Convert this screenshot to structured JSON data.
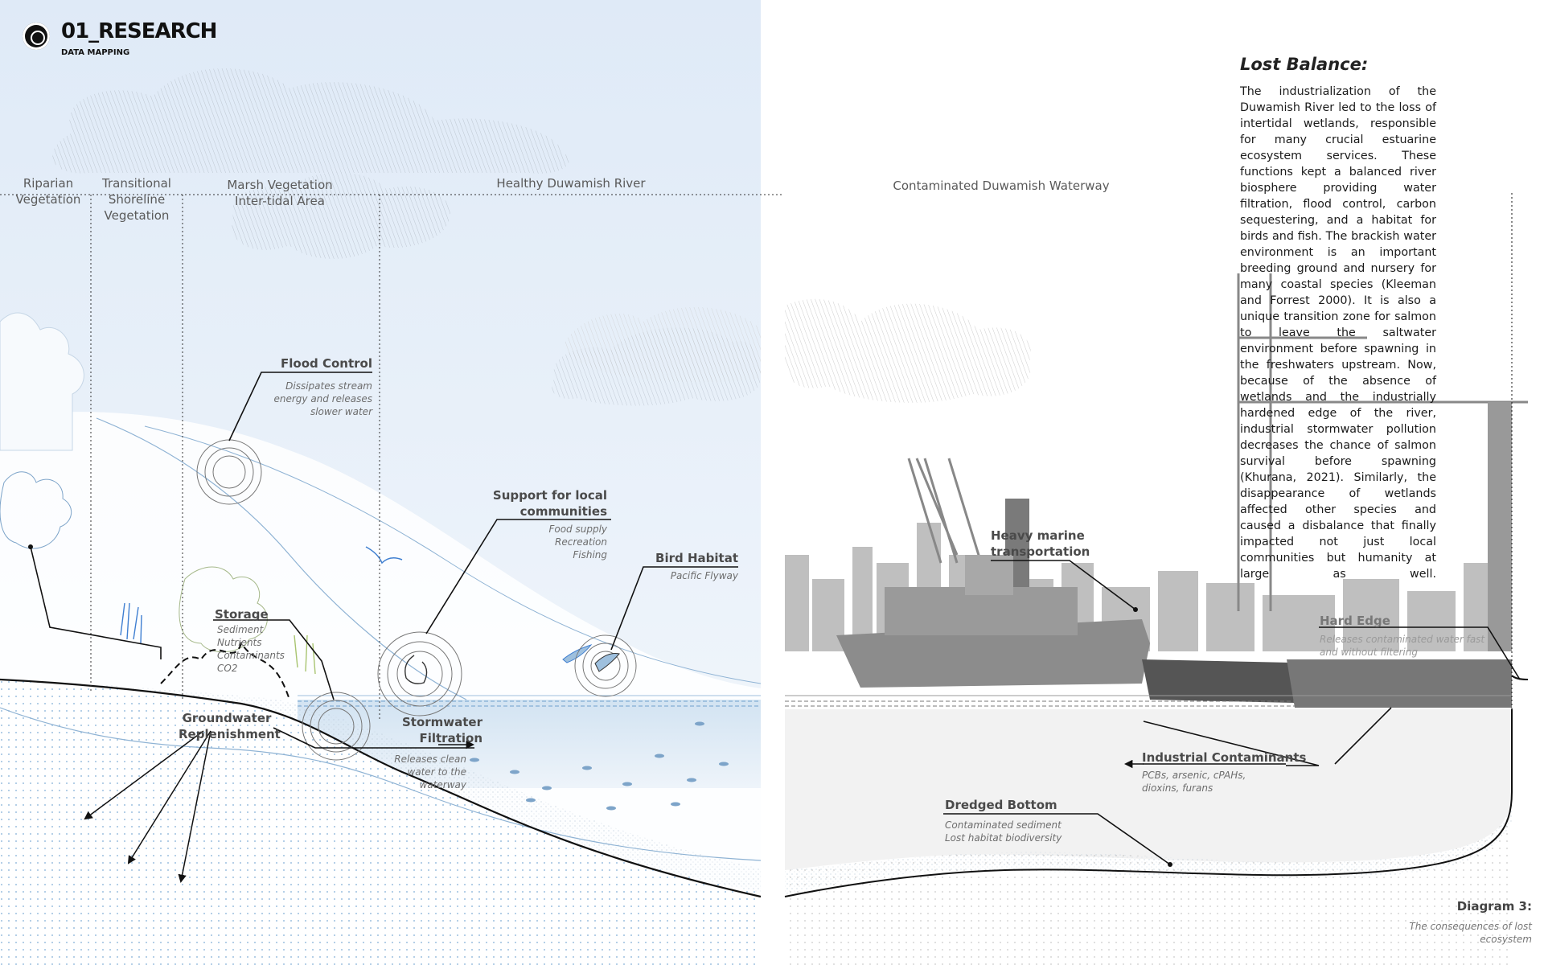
{
  "header": {
    "title": "01_RESEARCH",
    "subtitle": "DATA MAPPING"
  },
  "zones": {
    "riparian": [
      "Riparian",
      "Vegetation"
    ],
    "transitional": [
      "Transitional",
      "Shoreline",
      "Vegetation"
    ],
    "marsh": [
      "Marsh Vegetation",
      "Inter-tidal Area"
    ],
    "healthy": "Healthy Duwamish River",
    "contaminated": "Contaminated Duwamish Waterway"
  },
  "labels": {
    "flood_control": {
      "title": "Flood Control",
      "desc": [
        "Dissipates stream",
        "energy and releases",
        "slower water"
      ]
    },
    "support": {
      "title": [
        "Support for local",
        "communities"
      ],
      "desc": [
        "Food supply",
        "Recreation",
        "Fishing"
      ]
    },
    "bird": {
      "title": "Bird Habitat",
      "desc": "Pacific Flyway"
    },
    "storage": {
      "title": "Storage",
      "desc": [
        "Sediment",
        "Nutrients",
        "Contaminants",
        "CO2"
      ]
    },
    "groundwater": {
      "title": [
        "Groundwater",
        "Replenishment"
      ]
    },
    "stormwater": {
      "title": [
        "Stormwater",
        "Filtration"
      ],
      "desc": [
        "Releases clean",
        "water to the",
        "waterway"
      ]
    },
    "heavy_marine": {
      "title": [
        "Heavy marine",
        "transportation"
      ]
    },
    "hard_edge": {
      "title": "Hard Edge",
      "desc": [
        "Releases contaminated water fast",
        "and without filtering"
      ]
    },
    "industrial": {
      "title": "Industrial Contaminants",
      "desc": [
        "PCBs, arsenic, cPAHs,",
        "dioxins, furans"
      ]
    },
    "dredged": {
      "title": "Dredged Bottom",
      "desc": [
        "Contaminated sediment",
        "Lost habitat biodiversity"
      ]
    }
  },
  "essay": {
    "title": "Lost Balance:",
    "body": "The industrialization of the Duwamish River led to the loss of intertidal wetlands, responsible for many crucial estuarine ecosystem services. These functions kept a balanced river biosphere providing water filtration, flood control, carbon sequestering, and a habitat for birds and fish. The brackish water environment is an important breeding ground and nursery for many coastal species (Kleeman and Forrest 2000). It is also a unique transition zone for salmon to leave the saltwater environment before spawning in the freshwaters upstream. Now, because of the absence of wetlands and the industrially hardened edge of the river, industrial stormwater pollution decreases the chance of salmon survival before spawning (Khurana, 2021). Similarly, the disappearance of wetlands affected other species and caused a disbalance that finally impacted not just local communities but humanity at large as well."
  },
  "caption": {
    "title": "Diagram 3:",
    "desc": [
      "The consequences of lost",
      "ecosystem"
    ]
  },
  "colors": {
    "sky": "#e6f0fa",
    "water": "#dbe9f5",
    "line": "#8fb3d4",
    "dark": "#111111"
  }
}
